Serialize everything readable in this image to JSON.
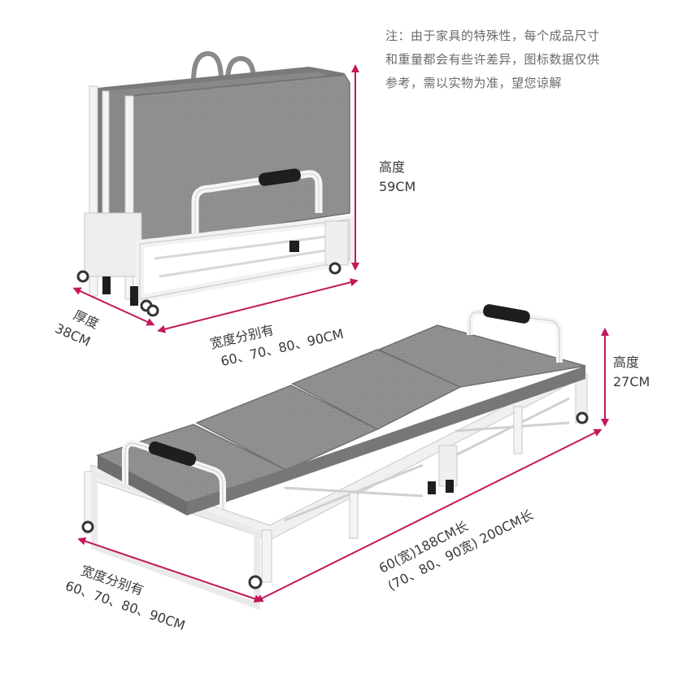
{
  "note": {
    "line1": "注：由于家具的特殊性，每个成品尺寸",
    "line2": "和重量都会有些许差异，图标数据仅供",
    "line3": "参考，需以实物为准，望您谅解"
  },
  "folded": {
    "height_label": "高度",
    "height_value": "59CM",
    "thickness_label": "厚度",
    "thickness_value": "38CM",
    "width_label": "宽度分别有",
    "width_values": "60、70、80、90CM"
  },
  "unfolded": {
    "height_label": "高度",
    "height_value": "27CM",
    "width_label": "宽度分别有",
    "width_values": "60、70、80、90CM",
    "length_line1": "60(宽)188CM长",
    "length_line2": "(70、80、90宽) 200CM长"
  },
  "colors": {
    "dimension_line": "#c2185b",
    "mattress": "#8c8c8c",
    "frame": "#f2f2f2"
  }
}
